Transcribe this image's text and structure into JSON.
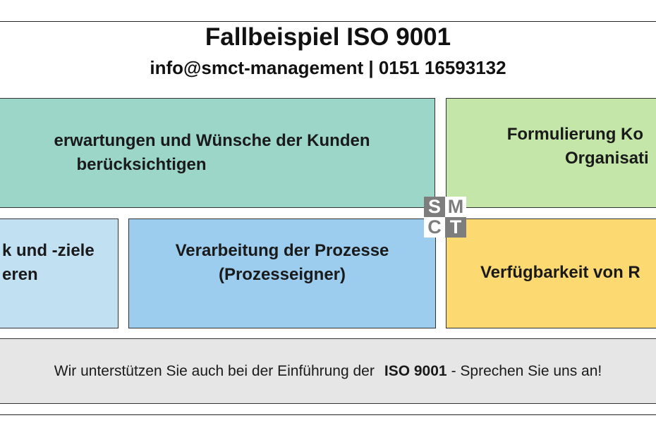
{
  "header": {
    "title": "Fallbeispiel ISO 9001",
    "contact": "info@smct-management | 0151 16593132"
  },
  "boxes": {
    "customer_expectations": {
      "line1": "erwartungen und Wünsche der Kunden",
      "line2": "berücksichtigen"
    },
    "formulation": {
      "line1": "Formulierung Ko",
      "line2": "Organisati"
    },
    "policy_goals": {
      "line1": "k und -ziele",
      "line2": "eren"
    },
    "process_processing": {
      "line1": "Verarbeitung der Prozesse",
      "line2": "(Prozesseigner)"
    },
    "availability": {
      "line1": "Verfügbarkeit von R"
    }
  },
  "logo": {
    "letters": [
      "S",
      "M",
      "C",
      "T"
    ]
  },
  "footer": {
    "text_before": "Wir unterstützen Sie auch bei der Einführung der",
    "highlight": "ISO 9001",
    "text_after": "- Sprechen Sie uns an!"
  },
  "colors": {
    "teal": "#9bd6c8",
    "green": "#c4e6a8",
    "light_blue": "#c1e1f3",
    "blue": "#9ccdef",
    "yellow": "#fcd971",
    "footer_gray": "#e6e6e6",
    "logo_gray": "#7d7d7d"
  }
}
